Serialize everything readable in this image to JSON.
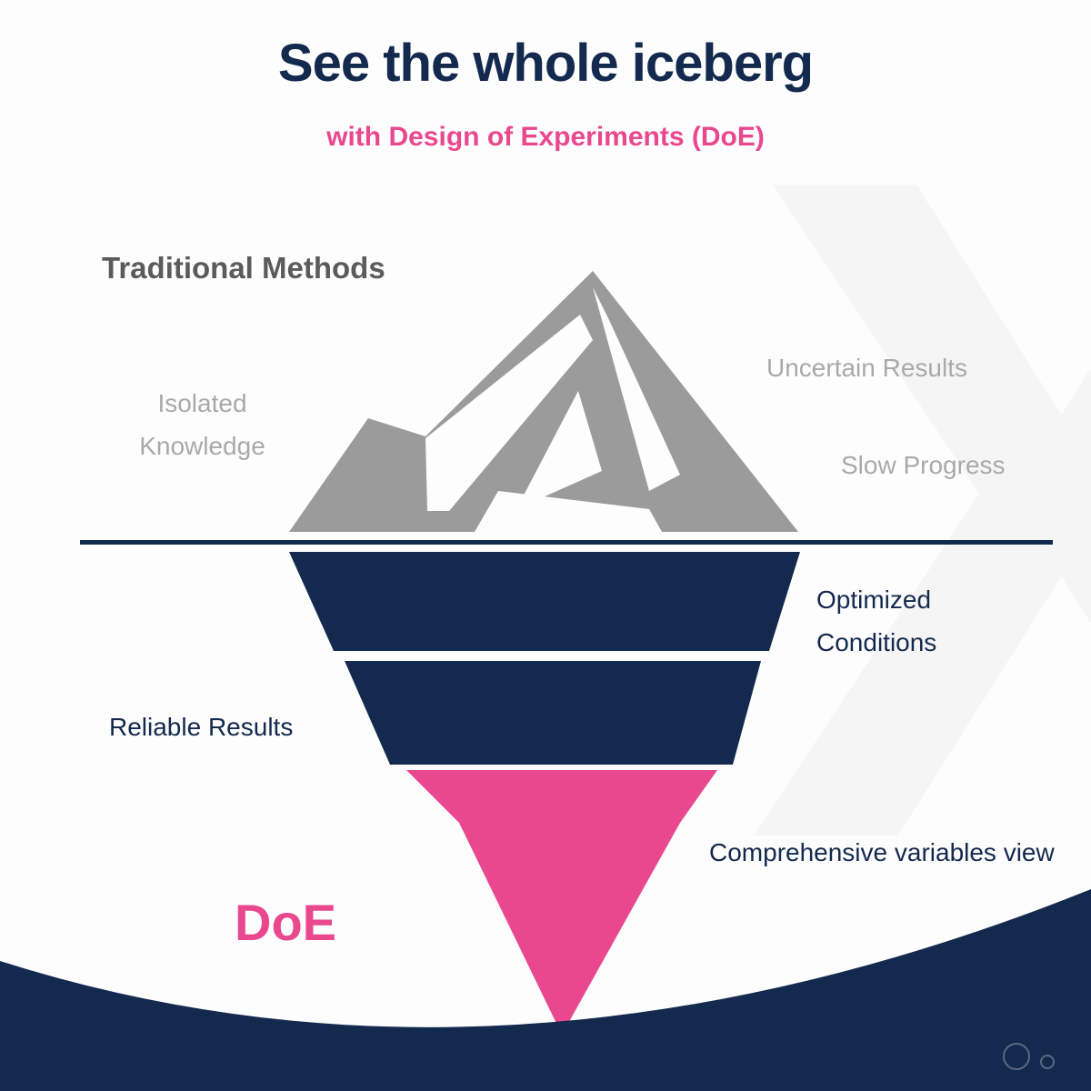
{
  "header": {
    "title": "See the whole iceberg",
    "subtitle": "with Design of Experiments (DoE)"
  },
  "watermark_letter": "X",
  "above_water": {
    "heading": "Traditional Methods",
    "callouts": [
      "Isolated Knowledge",
      "Uncertain Results",
      "Slow Progress"
    ]
  },
  "below_water": {
    "heading": "DoE",
    "callouts": [
      "Optimized Conditions",
      "Reliable Results",
      "Comprehensive variables view"
    ]
  },
  "colors": {
    "navy": "#14294e",
    "pink": "#e9488f",
    "iceberg_gray": "#9b9b9b",
    "muted_text": "#a9a9a9",
    "heading_gray": "#5b5b5b",
    "background": "#fdfdfd",
    "watermark": "#f5f5f5"
  }
}
